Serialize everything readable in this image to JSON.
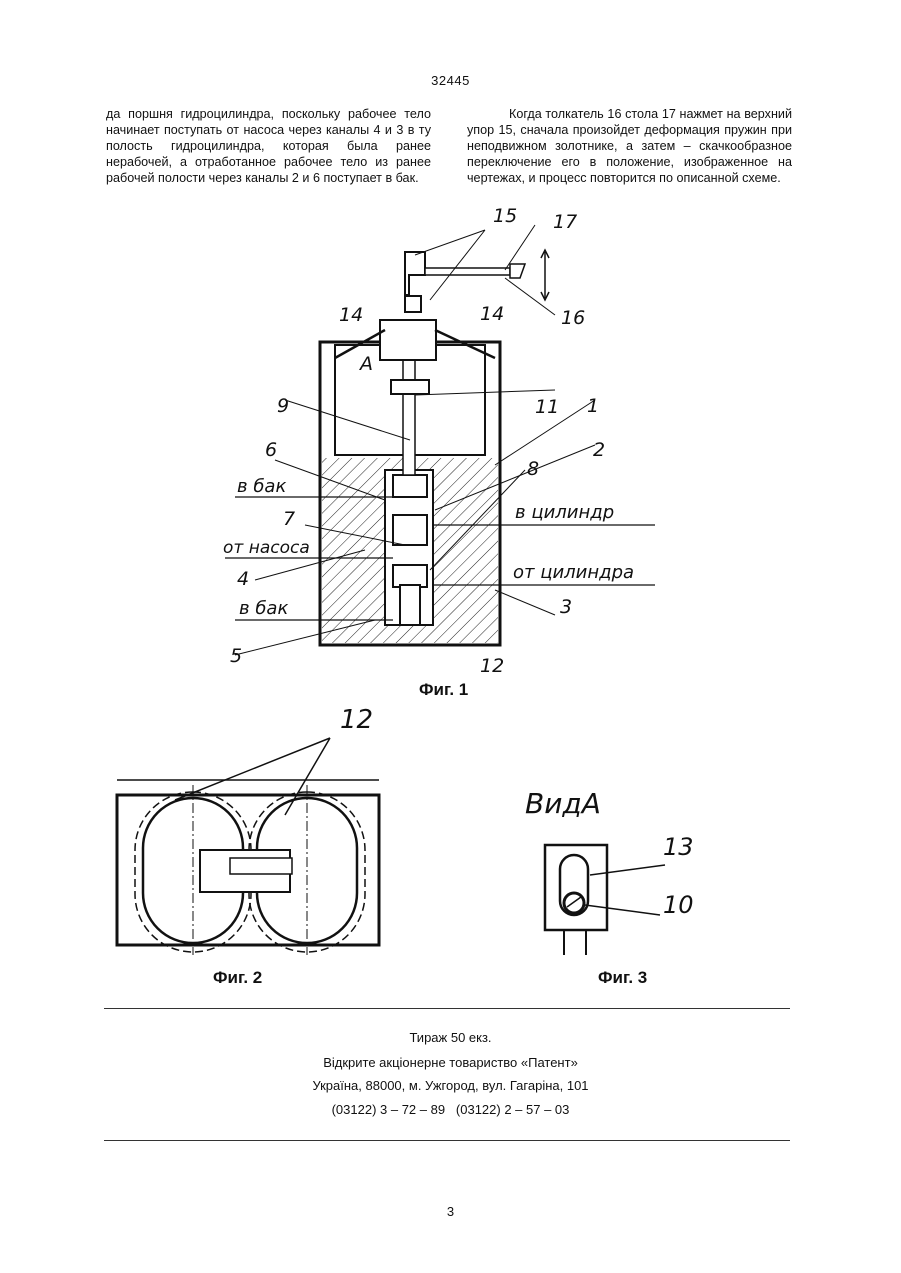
{
  "header": {
    "patent_number": "32445"
  },
  "text": {
    "left_paragraph": "да поршня гидроцилиндра, поскольку рабочее тело начинает поступать от насоса через каналы 4 и 3 в ту полость гидроцилиндра, которая была ранее нерабочей, а отработанное рабочее тело из ранее рабочей полости через каналы 2 и 6 поступает в бак.",
    "right_paragraph": "Когда толкатель 16 стола 17 нажмет на верхний упор 15, сначала произойдет деформация пружин при неподвижном золотнике, а затем – скачкообразное переключение его в положение, изображенное на чертежах, и процесс повторится по описанной схеме."
  },
  "figure1": {
    "caption": "Фиг. 1",
    "labels": {
      "n15": "15",
      "n17": "17",
      "n16": "16",
      "n14a": "14",
      "n14b": "14",
      "A": "А",
      "n9": "9",
      "n11": "11",
      "n1": "1",
      "n6": "6",
      "n2": "2",
      "n8": "8",
      "n7": "7",
      "n4": "4",
      "n3": "3",
      "n5": "5",
      "n12": "12",
      "to_tank_1": "в бак",
      "to_cylinder": "в цилиндр",
      "from_pump": "от насоса",
      "from_cylinder": "от цилиндра",
      "to_tank_2": "в бак"
    }
  },
  "figure2": {
    "caption": "Фиг. 2",
    "label12": "12"
  },
  "figure3": {
    "caption": "Фиг. 3",
    "view_label": "ВидА",
    "n13": "13",
    "n10": "10"
  },
  "footer": {
    "circulation": "Тираж 50 екз.",
    "company": "Відкрите акціонерне товариство «Патент»",
    "address": "Україна, 88000, м. Ужгород, вул. Гагаріна, 101",
    "phones": "(03122) 3 – 72 – 89   (03122) 2 – 57 – 03"
  },
  "page_number": "3"
}
